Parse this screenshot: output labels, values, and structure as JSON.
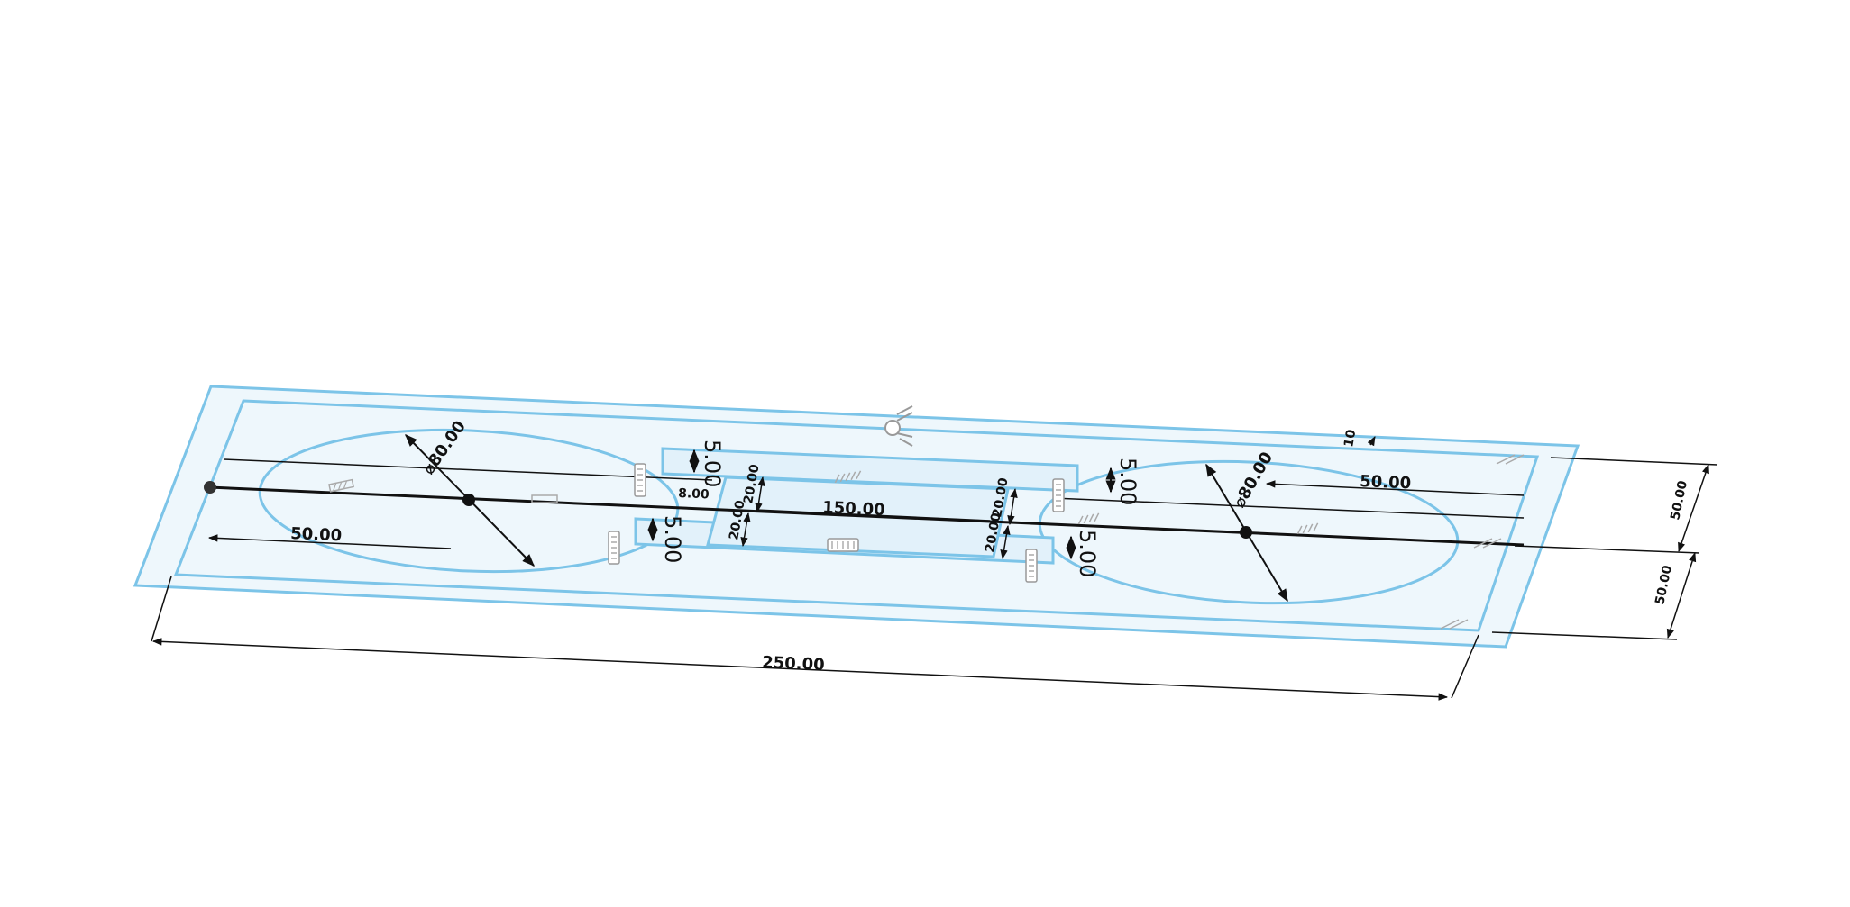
{
  "viewport": {
    "background": "#ffffff",
    "sketch_color": "#7cc4e8",
    "sketch_fill": "#eef7fc",
    "line_color": "#111111"
  },
  "dimensions": {
    "overall_length": "250.00",
    "center_distance": "150.00",
    "left_circle_offset": "50.00",
    "right_circle_offset": "50.00",
    "left_circle_diameter": "⌀80.00",
    "right_circle_diameter": "⌀80.00",
    "right_height_upper": "50.00",
    "right_height_lower": "50.00",
    "slot_top_gap": "5.00",
    "slot_right_gap": "5.00",
    "slot_left_gap": "5.00",
    "slot_lower_right_gap": "5.00",
    "slot_height_left_a": "20.00",
    "slot_height_left_b": "20.00",
    "slot_height_right_a": "20.00",
    "slot_height_right_b": "20.00",
    "small_width": "8.00",
    "top_right_small": "10"
  },
  "icons": {
    "origin": "origin-icon",
    "constraint": "constraint-icon"
  }
}
